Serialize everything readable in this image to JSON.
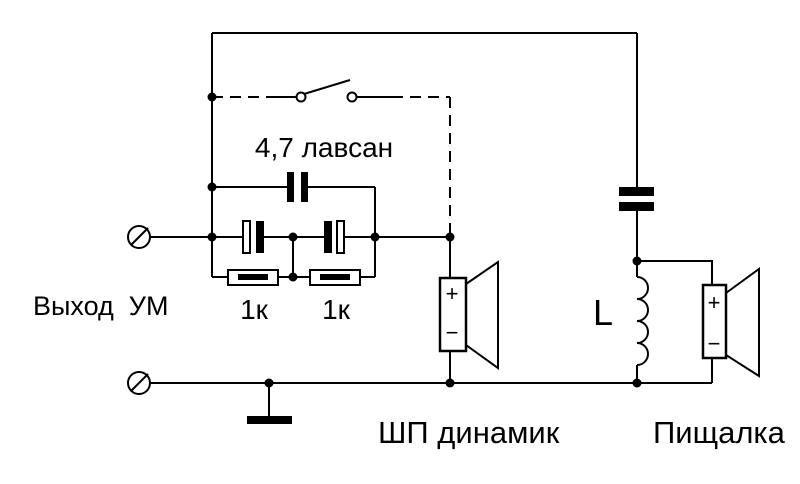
{
  "labels": {
    "output": "Выход  УМ",
    "capacitor_value": "4,7 лавсан",
    "resistor_left": "1к",
    "resistor_right": "1к",
    "inductor": "L",
    "woofer": "ШП динамик",
    "tweeter": "Пищалка",
    "woofer_plus": "+",
    "woofer_minus": "−",
    "tweeter_plus": "+",
    "tweeter_minus": "−"
  },
  "colors": {
    "line": "#000000",
    "background": "#ffffff"
  }
}
